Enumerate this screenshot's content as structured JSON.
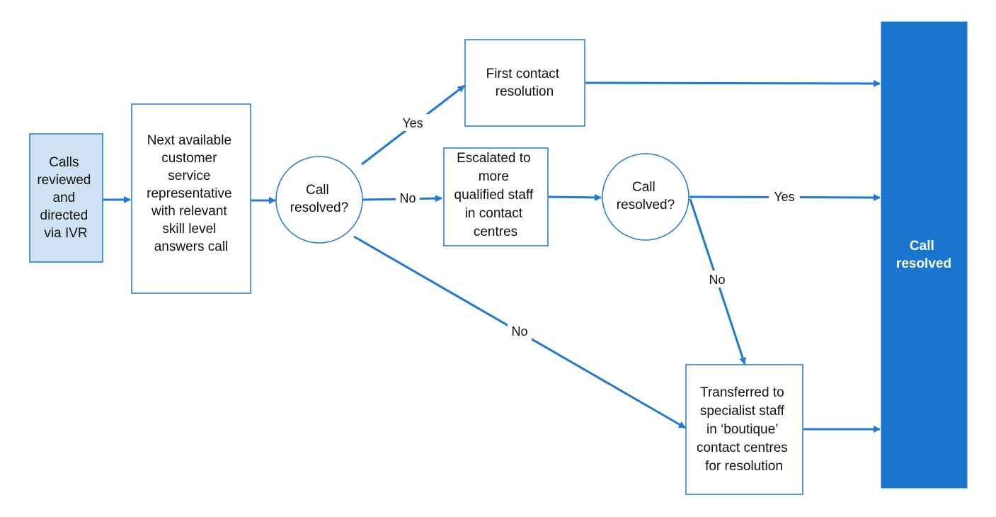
{
  "colors": {
    "stroke": "#1f78d1",
    "start_fill": "#cfe2f3",
    "end_fill": "#1a75cf",
    "text": "#111111"
  },
  "nodes": {
    "start": [
      "Calls",
      "reviewed",
      "and",
      "directed",
      "via IVR"
    ],
    "csr": [
      "Next available",
      "customer",
      "service",
      "representative",
      "with relevant",
      "skill level",
      "answers call"
    ],
    "decision1": [
      "Call",
      "resolved?"
    ],
    "first_contact": [
      "First contact",
      "resolution"
    ],
    "escalated": [
      "Escalated to",
      "more",
      "qualified staff",
      "in contact",
      "centres"
    ],
    "decision2": [
      "Call",
      "resolved?"
    ],
    "boutique": [
      "Transferred to",
      "specialist staff",
      "in ‘boutique’",
      "contact centres",
      "for resolution"
    ],
    "end": [
      "Call",
      "resolved"
    ]
  },
  "edge_labels": {
    "d1_yes": "Yes",
    "d1_no_escalate": "No",
    "d1_no_boutique": "No",
    "d2_yes": "Yes",
    "d2_no": "No"
  }
}
